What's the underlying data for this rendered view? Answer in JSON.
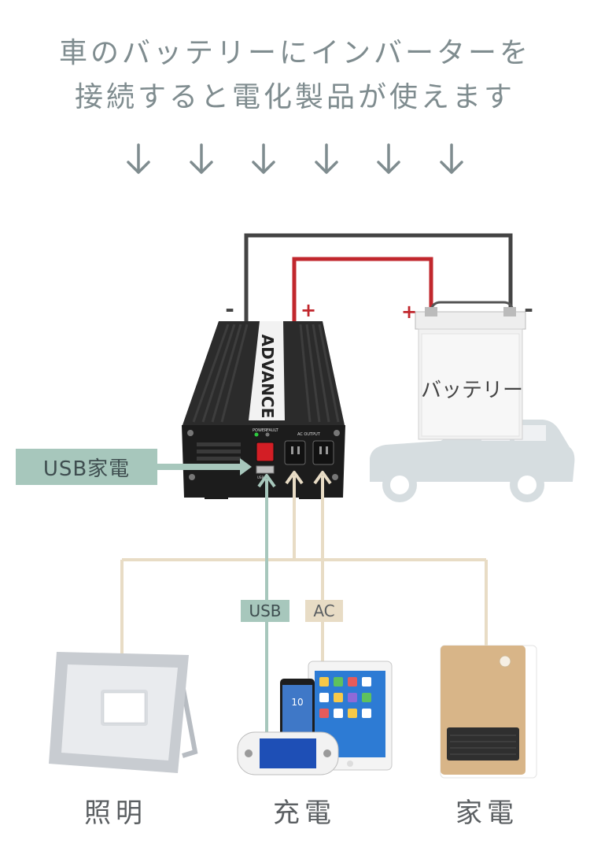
{
  "headline": {
    "line1": "車のバッテリーにインバーターを",
    "line2": "接続すると電化製品が使えます"
  },
  "battery": {
    "label": "バッテリー",
    "plus": "+",
    "minus": "-"
  },
  "inverter": {
    "brand": "ADVANCE",
    "power_label": "POWER",
    "fault_label": "FAULT",
    "usb_label": "USB 5V",
    "ac_output_label": "AC OUTPUT",
    "plus": "+",
    "minus": "-"
  },
  "tags": {
    "usb_appliance": "USB家電",
    "usb": "USB",
    "ac": "AC"
  },
  "devices": {
    "lighting": "照明",
    "charging": "充電",
    "appliance": "家電",
    "phone_time": "10"
  },
  "colors": {
    "positive_wire": "#c1272d",
    "negative_wire": "#444444",
    "usb_line": "#a7c7bc",
    "ac_line": "#e8dcc5",
    "text_gray": "#7f8c8f"
  }
}
